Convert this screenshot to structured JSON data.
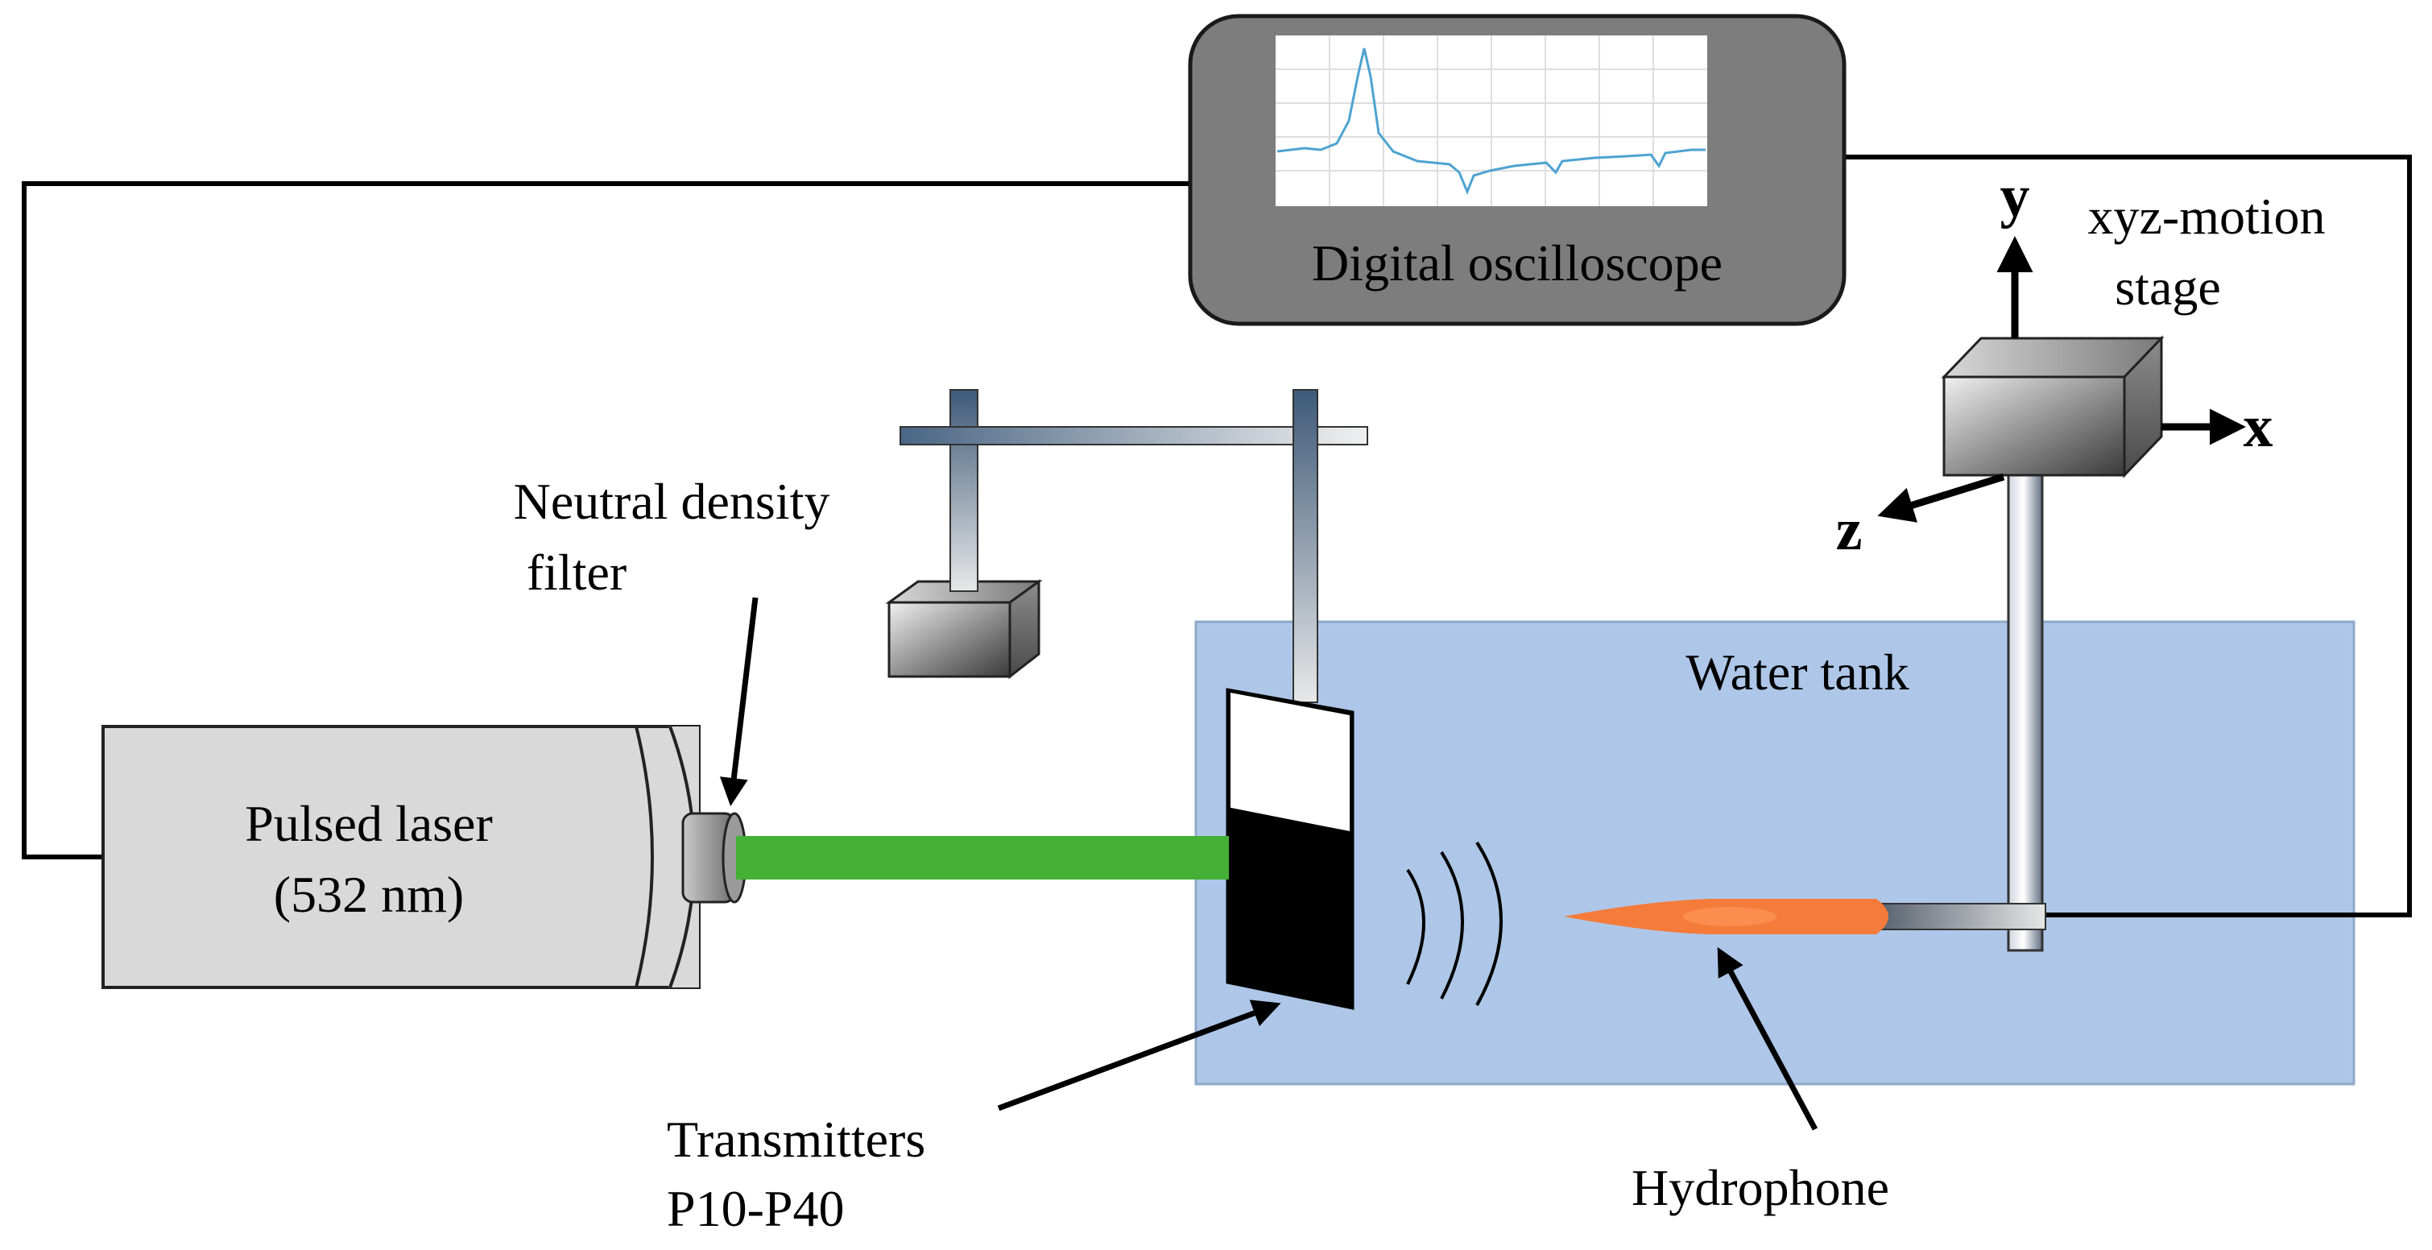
{
  "labels": {
    "oscilloscope": "Digital oscilloscope",
    "motion_stage_line1": "xyz-motion",
    "motion_stage_line2": "stage",
    "filter_line1": "Neutral density",
    "filter_line2": "filter",
    "water_tank": "Water tank",
    "laser_line1": "Pulsed laser",
    "laser_line2": "(532 nm)",
    "transmitters_line1": "Transmitters",
    "transmitters_line2": "P10-P40",
    "hydrophone": "Hydrophone"
  },
  "axes": {
    "x": "x",
    "y": "y",
    "z": "z"
  },
  "colors": {
    "water": "#aec7e8",
    "laser_beam": "#44b035",
    "hydrophone": "#f47b3a",
    "oscilloscope_body": "#7d7d7d",
    "laser_body": "#d9d9d9",
    "signal_trace": "#4da3d1"
  }
}
